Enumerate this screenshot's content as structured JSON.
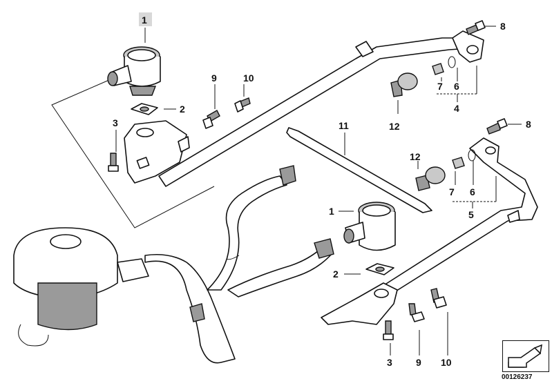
{
  "callouts": {
    "c1_top": "1",
    "c2_top": "2",
    "c3_top": "3",
    "c9_top": "9",
    "c10_top": "10",
    "c8_top": "8",
    "c7_top": "7",
    "c6_top": "6",
    "c4": "4",
    "c12_top": "12",
    "c11": "11",
    "c8_mid": "8",
    "c12_mid": "12",
    "c7_mid": "7",
    "c6_mid": "6",
    "c5": "5",
    "c1_bot": "1",
    "c2_bot": "2",
    "c3_bot": "3",
    "c9_bot": "9",
    "c10_bot": "10"
  },
  "diagram_id": "00126237",
  "colors": {
    "line": "#111111",
    "shade": "#9a9a9a",
    "highlight": "#d8d8d8"
  }
}
